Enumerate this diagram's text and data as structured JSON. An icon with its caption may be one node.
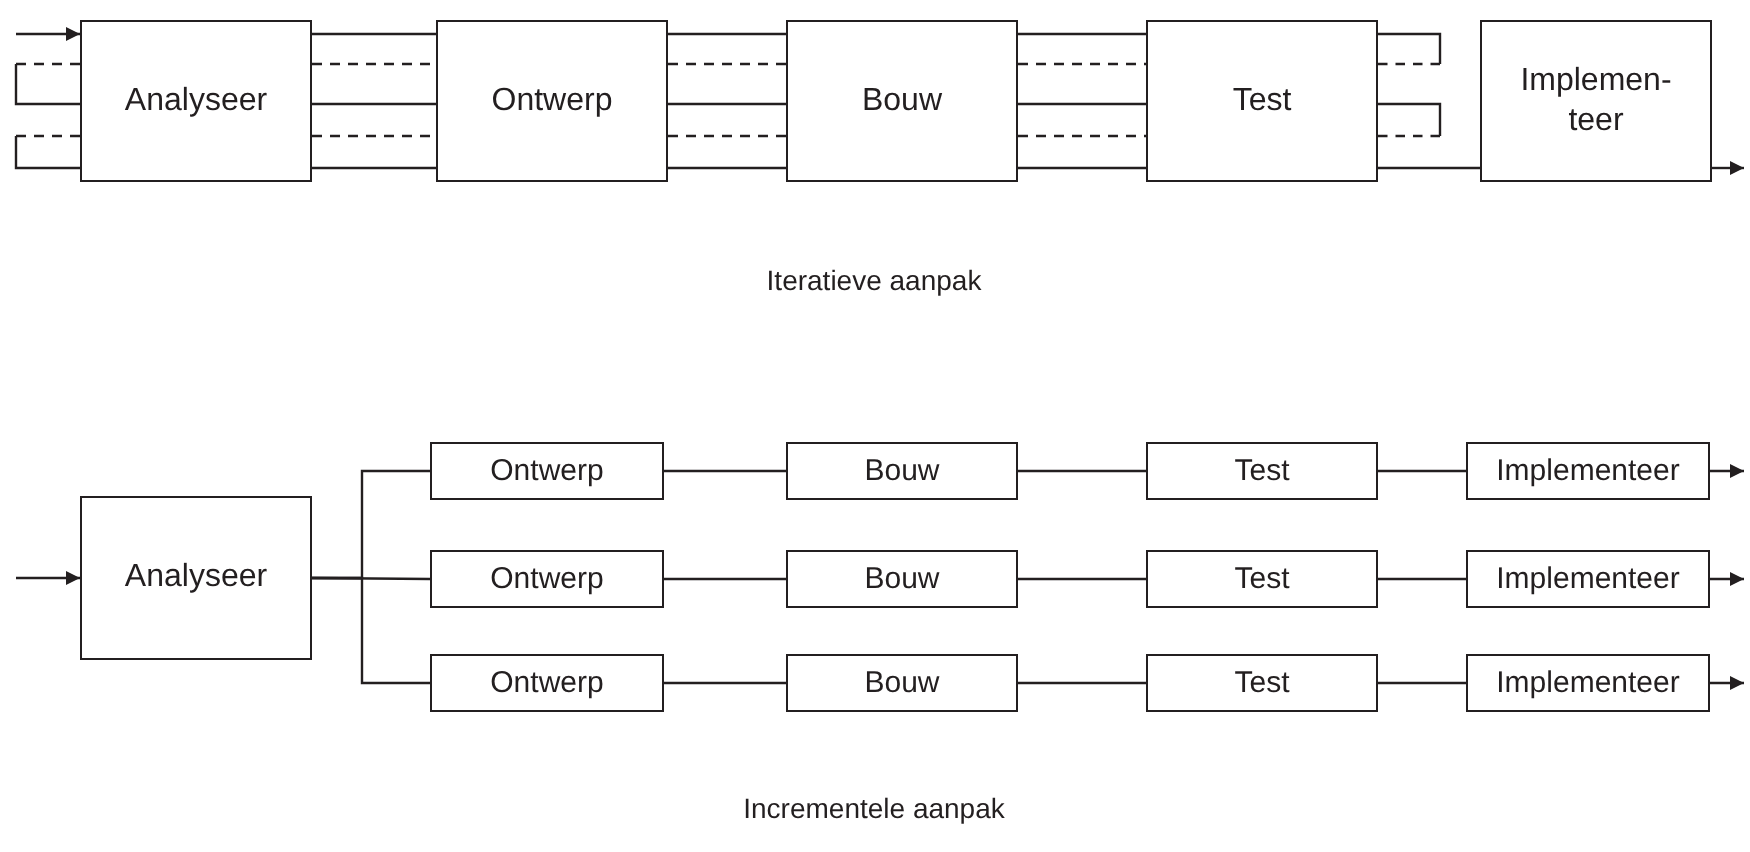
{
  "diagram": {
    "nodes": [
      {
        "text": [
          "Analyseer"
        ]
      },
      {
        "text": [
          "Ontwerp"
        ]
      },
      {
        "text": [
          "Bouw"
        ]
      },
      {
        "text": [
          "Test"
        ]
      },
      {
        "text": [
          "Implemen- teer"
        ]
      },
      {
        "text": [
          "Analyseer"
        ]
      },
      {
        "text": [
          "Ontwerp"
        ]
      },
      {
        "text": [
          "Ontwerp"
        ]
      },
      {
        "text": [
          "Ontwerp"
        ]
      },
      {
        "text": [
          "Bouw"
        ]
      },
      {
        "text": [
          "Bouw"
        ]
      },
      {
        "text": [
          "Bouw"
        ]
      },
      {
        "text": [
          "Test"
        ]
      },
      {
        "text": [
          "Test"
        ]
      },
      {
        "text": [
          "Test"
        ]
      },
      {
        "text": [
          "Implementeer"
        ]
      },
      {
        "text": [
          "Implementeer"
        ]
      },
      {
        "text": [
          "Implementeer"
        ]
      }
    ],
    "edges": [
      {
        "from": null,
        "to": 0,
        "arrow": "to"
      },
      {
        "from": 0,
        "to": 1,
        "arrow": "none"
      },
      {
        "from": 0,
        "to": 1,
        "arrow": "none",
        "style": "dashed"
      },
      {
        "from": 0,
        "to": 1,
        "arrow": "none"
      },
      {
        "from": 0,
        "to": 1,
        "arrow": "none",
        "style": "dashed"
      },
      {
        "from": 0,
        "to": 1,
        "arrow": "none"
      },
      {
        "from": 1,
        "to": 2,
        "arrow": "none"
      },
      {
        "from": 1,
        "to": 2,
        "arrow": "none",
        "style": "dashed"
      },
      {
        "from": 1,
        "to": 2,
        "arrow": "none"
      },
      {
        "from": 1,
        "to": 2,
        "arrow": "none",
        "style": "dashed"
      },
      {
        "from": 1,
        "to": 2,
        "arrow": "none"
      },
      {
        "from": 2,
        "to": 3,
        "arrow": "none"
      },
      {
        "from": 2,
        "to": 3,
        "arrow": "none",
        "style": "dashed"
      },
      {
        "from": 2,
        "to": 3,
        "arrow": "none"
      },
      {
        "from": 2,
        "to": 3,
        "arrow": "none",
        "style": "dashed"
      },
      {
        "from": 2,
        "to": 3,
        "arrow": "none"
      },
      {
        "from": 0,
        "to": 0,
        "arrow": "none",
        "style": "dashed"
      },
      {
        "from": 0,
        "to": 0,
        "arrow": "none",
        "style": "dashed"
      },
      {
        "from": 3,
        "to": 3,
        "arrow": "none",
        "style": "dashed"
      },
      {
        "from": 3,
        "to": 3,
        "arrow": "none",
        "style": "dashed"
      },
      {
        "from": 3,
        "to": 4,
        "arrow": "none"
      },
      {
        "from": 4,
        "to": null,
        "arrow": "to"
      },
      {
        "from": null,
        "to": 5,
        "arrow": "to"
      },
      {
        "from": 5,
        "to": 6,
        "arrow": "none"
      },
      {
        "from": 5,
        "to": 7,
        "arrow": "none"
      },
      {
        "from": 5,
        "to": 8,
        "arrow": "none"
      },
      {
        "from": 6,
        "to": 9,
        "arrow": "none"
      },
      {
        "from": 9,
        "to": 12,
        "arrow": "none"
      },
      {
        "from": 12,
        "to": 15,
        "arrow": "none"
      },
      {
        "from": 7,
        "to": 10,
        "arrow": "none"
      },
      {
        "from": 10,
        "to": 13,
        "arrow": "none"
      },
      {
        "from": 13,
        "to": 16,
        "arrow": "none"
      },
      {
        "from": 8,
        "to": 11,
        "arrow": "none"
      },
      {
        "from": 11,
        "to": 14,
        "arrow": "none"
      },
      {
        "from": 14,
        "to": 17,
        "arrow": "none"
      },
      {
        "from": 15,
        "to": null,
        "arrow": "to"
      },
      {
        "from": 16,
        "to": null,
        "arrow": "to"
      },
      {
        "from": 17,
        "to": null,
        "arrow": "to"
      }
    ],
    "labels": [
      "Iteratieve aanpak",
      "Incrementele aanpak"
    ]
  }
}
